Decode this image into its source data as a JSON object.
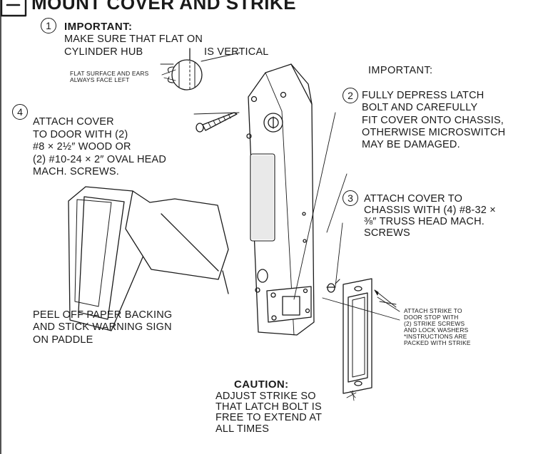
{
  "header": {
    "title": "MOUNT COVER AND STRIKE"
  },
  "step1": {
    "number": "1",
    "heading": "IMPORTANT:",
    "line1": "MAKE SURE THAT FLAT ON",
    "line2a": "CYLINDER HUB",
    "line2b": "IS VERTICAL",
    "flat_note": "FLAT SURFACE AND EARS\nALWAYS FACE LEFT"
  },
  "step2": {
    "number": "2",
    "heading": "IMPORTANT:",
    "text": "FULLY DEPRESS LATCH\nBOLT AND CAREFULLY\nFIT COVER ONTO CHASSIS,\nOTHERWISE MICROSWITCH\nMAY BE DAMAGED."
  },
  "step3": {
    "number": "3",
    "text": "ATTACH COVER TO\nCHASSIS WITH (4) #8-32 ×\n⅜″ TRUSS HEAD MACH.\nSCREWS"
  },
  "step4": {
    "number": "4",
    "text": "ATTACH COVER\nTO DOOR WITH (2)\n#8 × 2½″ WOOD OR\n(2) #10-24 × 2″ OVAL HEAD\nMACH. SCREWS."
  },
  "peel_note": "PEEL OFF PAPER BACKING\nAND STICK WARNING SIGN\nON PADDLE",
  "strike_note": "ATTACH STRIKE TO\nDOOR STOP WITH\n(2) STRIKE SCREWS\nAND LOCK WASHERS\n*INSTRUCTIONS ARE\nPACKED WITH STRIKE",
  "caution": {
    "heading": "CAUTION:",
    "text": "ADJUST STRIKE SO\nTHAT LATCH BOLT IS\nFREE TO EXTEND AT\nALL TIMES"
  }
}
